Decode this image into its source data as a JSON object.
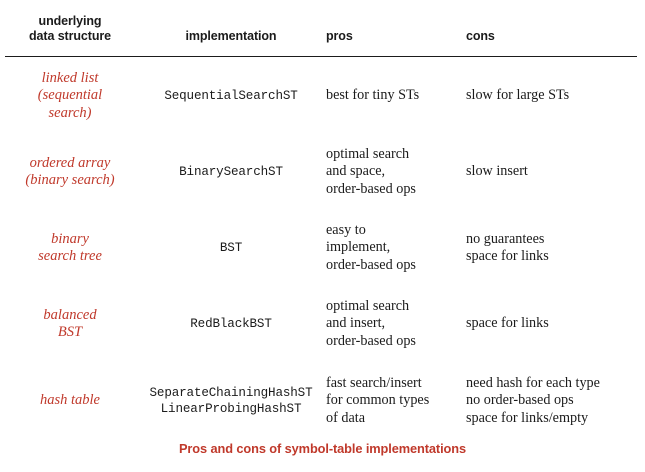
{
  "figure": {
    "caption": "Pros and cons of symbol-table implementations",
    "caption_color": "#c0392b",
    "accent_color": "#c0392b",
    "text_color": "#1b1b1b",
    "background": "#ffffff"
  },
  "table": {
    "columns": [
      {
        "key": "structure",
        "header_lines": [
          "underlying",
          "data structure"
        ]
      },
      {
        "key": "implementation",
        "header_lines": [
          "implementation"
        ]
      },
      {
        "key": "pros",
        "header_lines": [
          "pros"
        ]
      },
      {
        "key": "cons",
        "header_lines": [
          "cons"
        ]
      }
    ],
    "headers": {
      "structure_line1": "underlying",
      "structure_line2": "data structure",
      "implementation": "implementation",
      "pros": "pros",
      "cons": "cons"
    },
    "rows": [
      {
        "structure": [
          "linked list",
          "(sequential",
          "search)"
        ],
        "implementation": [
          "SequentialSearchST"
        ],
        "pros": [
          "best for tiny STs"
        ],
        "cons": [
          "slow for large STs"
        ],
        "height": 76
      },
      {
        "structure": [
          "ordered array",
          "(binary search)"
        ],
        "implementation": [
          "BinarySearchST"
        ],
        "pros": [
          "optimal search",
          "and space,",
          "order-based ops"
        ],
        "cons": [
          "slow insert"
        ],
        "height": 76
      },
      {
        "structure": [
          "binary",
          "search tree"
        ],
        "implementation": [
          "BST"
        ],
        "pros": [
          "easy to",
          "implement,",
          "order-based ops"
        ],
        "cons": [
          "no guarantees",
          "space for links"
        ],
        "height": 76
      },
      {
        "structure": [
          "balanced",
          "BST"
        ],
        "implementation": [
          "RedBlackBST"
        ],
        "pros": [
          "optimal search",
          "and insert,",
          "order-based ops"
        ],
        "cons": [
          "space for links"
        ],
        "height": 76
      },
      {
        "structure": [
          "hash table"
        ],
        "implementation": [
          "SeparateChainingHashST",
          "LinearProbingHashST"
        ],
        "pros": [
          "fast search/insert",
          "for common types",
          "of data"
        ],
        "cons": [
          "need hash for each type",
          "no order-based ops",
          "space for links/empty"
        ],
        "height": 78
      }
    ]
  }
}
